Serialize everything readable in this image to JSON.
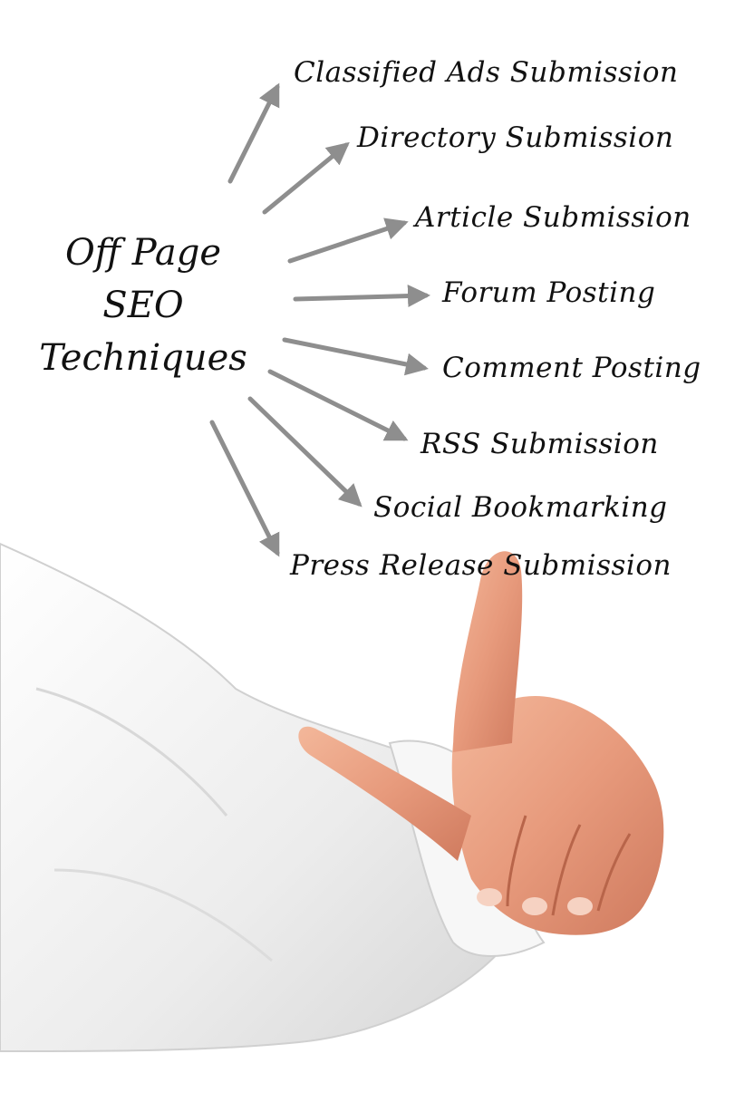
{
  "center": {
    "line1": "Off Page",
    "line2": "SEO",
    "line3": "Techniques"
  },
  "branches": [
    "Classified Ads Submission",
    "Directory Submission",
    "Article Submission",
    "Forum Posting",
    "Comment Posting",
    "RSS Submission",
    "Social Bookmarking",
    "Press Release Submission"
  ],
  "colors": {
    "arrow": "#8e8e8e",
    "text": "#111111",
    "sleeve": "#f1f1f1",
    "skin": "#e9a486"
  }
}
